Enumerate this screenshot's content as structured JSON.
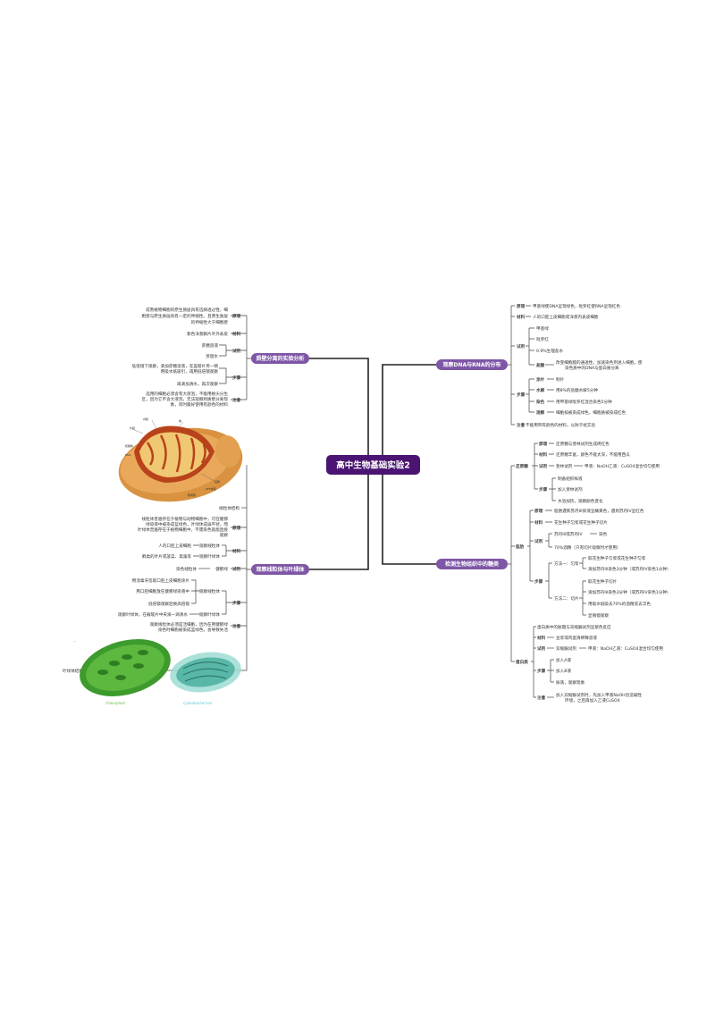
{
  "center": {
    "title": "高中生物基础实验2"
  },
  "colors": {
    "center": "#4b1472",
    "branch": "#7e56a6",
    "line": "#333333"
  },
  "left_top": {
    "title": "质壁分离的实验分析",
    "principle_label": "原理",
    "principle_text": [
      "成熟植物细胞的原生质层具有选择透过性，细",
      "胞壁与原生质层具有一定的伸缩性，且原生质层",
      "的伸缩性大于细胞壁"
    ],
    "material_label": "材料",
    "material_text": "紫色洋葱鳞片叶外表皮",
    "reagent_label": "试剂",
    "reagents": [
      "蔗糖溶液",
      "蒸馏水"
    ],
    "steps_label": "步骤",
    "steps": [
      [
        "低倍镜下观察，滴加蔗糖溶液，在盖玻片另一侧",
        "用吸水纸吸引，再用低倍镜观察"
      ],
      [
        "再滴加清水，再次观察"
      ]
    ],
    "note_label": "注意",
    "note_text": [
      "选用的细胞必须含有大液泡，不能用根尖分生",
      "区，因为它不含大液泡，无法观察到质壁分离现",
      "象，同时最好使用有颜色的材料"
    ]
  },
  "left_bottom": {
    "title": "观察线粒体与叶绿体",
    "mito_caption": "线粒体结构",
    "principle_label": "原理",
    "principle_text": [
      "线粒体普遍存在于植物与动物细胞中，可在健那",
      "绿染液中被染成蓝绿色，叶绿体成扁平状，而",
      "叶绿体普遍存在于植物细胞中，不需染色就能直接",
      "观察"
    ],
    "material_label": "材料",
    "materials": [
      {
        "text": "人的口腔上皮细胞",
        "target": "观察线粒体"
      },
      {
        "text": "藓类的叶片或菠菜、黑藻等",
        "target": "观察叶绿体"
      }
    ],
    "reagent_label": "试剂",
    "reagent_text": "染色线粒体",
    "reagent_name": "健那绿",
    "steps_label": "步骤",
    "steps_mito": [
      "用消毒牙签取口腔上皮细胞涂片",
      "用口腔细胞放在健那绿染液中",
      "低倍镜观察后换高倍镜"
    ],
    "steps_mito_target": "观察线粒体",
    "steps_chloro_text": "观察叶绿体，在载玻片中央滴一滴清水",
    "steps_chloro_target": "观察叶绿体",
    "note_label": "注意",
    "note_text": [
      "观察线粒体必须是活细胞，因为在用健那绿",
      "染色时细胞被染成蓝绿色，会导致失活"
    ],
    "chloro_caption": "叶绿体结构",
    "img_chloro_label": "chloroplast",
    "img_cyano_label": "cyanobacterium",
    "mito_labels": [
      "外膜",
      "内膜",
      "嵴",
      "基质",
      "核糖体",
      "DNA",
      "ATP合酶",
      "膜间隙"
    ]
  },
  "right_top": {
    "title": "观察DNA与RNA的分布",
    "principle_label": "原理",
    "principle_text": "甲基绿使DNA呈现绿色，吡罗红使RNA呈现红色",
    "material_label": "材料",
    "material_text": "人的口腔上皮细胞或洋葱内表皮细胞",
    "reagent_label": "试剂",
    "reagents": [
      "甲基绿",
      "吡罗红",
      "0.9%生理盐水"
    ],
    "hcl_label": "盐酸",
    "hcl_text": [
      "改变细胞膜的通透性，加速染色剂进入细胞，使",
      "染色质中的DNA与蛋白质分离"
    ],
    "steps_label": "步骤",
    "steps": [
      {
        "k": "涂片",
        "v": "制片"
      },
      {
        "k": "水解",
        "v": "用8%的盐酸水解5分钟"
      },
      {
        "k": "染色",
        "v": "用甲基绿吡罗红混合染色5分钟"
      },
      {
        "k": "观察",
        "v": "细胞核被染成绿色，细胞质被染成红色"
      }
    ],
    "note_label": "注意",
    "note_text": "不能用带有颜色的材料，以防干扰实验"
  },
  "right_bottom": {
    "title": "检测生物组织中的糖类",
    "sugar": {
      "label": "还原糖",
      "principle_label": "原理",
      "principle_text": "还原糖与斐林试剂生成砖红色",
      "material_label": "材料",
      "material_text": "还原糖丰富，颜色不能太深，不能用西瓜",
      "reagent_label": "试剂",
      "reagent_name": "斐林试剂",
      "reagent_text": "甲液：NaOH乙液：CuSO4混合均匀使用",
      "steps_label": "步骤",
      "steps": [
        "制备组织样液",
        "加入斐林试剂",
        "水浴加热，观察颜色变化"
      ]
    },
    "fat": {
      "label": "脂肪",
      "principle_label": "原理",
      "principle_text": "脂肪遇到苏丹III染液呈橘黄色，遇到苏丹IV呈红色",
      "material_label": "材料",
      "material_text": "花生种子匀浆或花生种子切片",
      "reagent_label": "试剂",
      "reagents": [
        {
          "text": "苏丹III或苏丹IV",
          "target": "染色"
        },
        {
          "text": "70%酒精（只有切片观察时才使用）",
          "target": ""
        }
      ],
      "steps_label": "步骤",
      "method1_label": "方法一：匀浆",
      "method1": [
        "取花生种子匀浆或花生种子匀浆",
        "滴加苏丹III染色3分钟（或苏丹IV染色1分钟）"
      ],
      "method2_label": "方法二：切片",
      "method2": [
        "取花生种子切片",
        "滴加苏丹III染色3分钟（或苏丹IV染色1分钟）",
        "用吸水纸吸去70%的酒精洗去浮色",
        "显微镜观察"
      ]
    },
    "protein": {
      "label": "蛋白质",
      "principle_text": "蛋白质中的肽键与双缩脲试剂呈紫色反应",
      "material_label": "材料",
      "material_text": "豆浆或鸡蛋清稀释溶液",
      "reagent_label": "试剂",
      "reagent_name": "双缩脲试剂",
      "reagent_text": "甲液：NaOH乙液：CuSO4混合均匀使用",
      "steps_label": "步骤",
      "steps": [
        "加入A液",
        "加入B液",
        "振荡，观察现象"
      ],
      "note_label": "注意",
      "note_text": [
        "加入双缩脲试剂时，先加入甲液NaOH创造碱性",
        "环境，之后再加入乙液CuSO4"
      ]
    }
  }
}
